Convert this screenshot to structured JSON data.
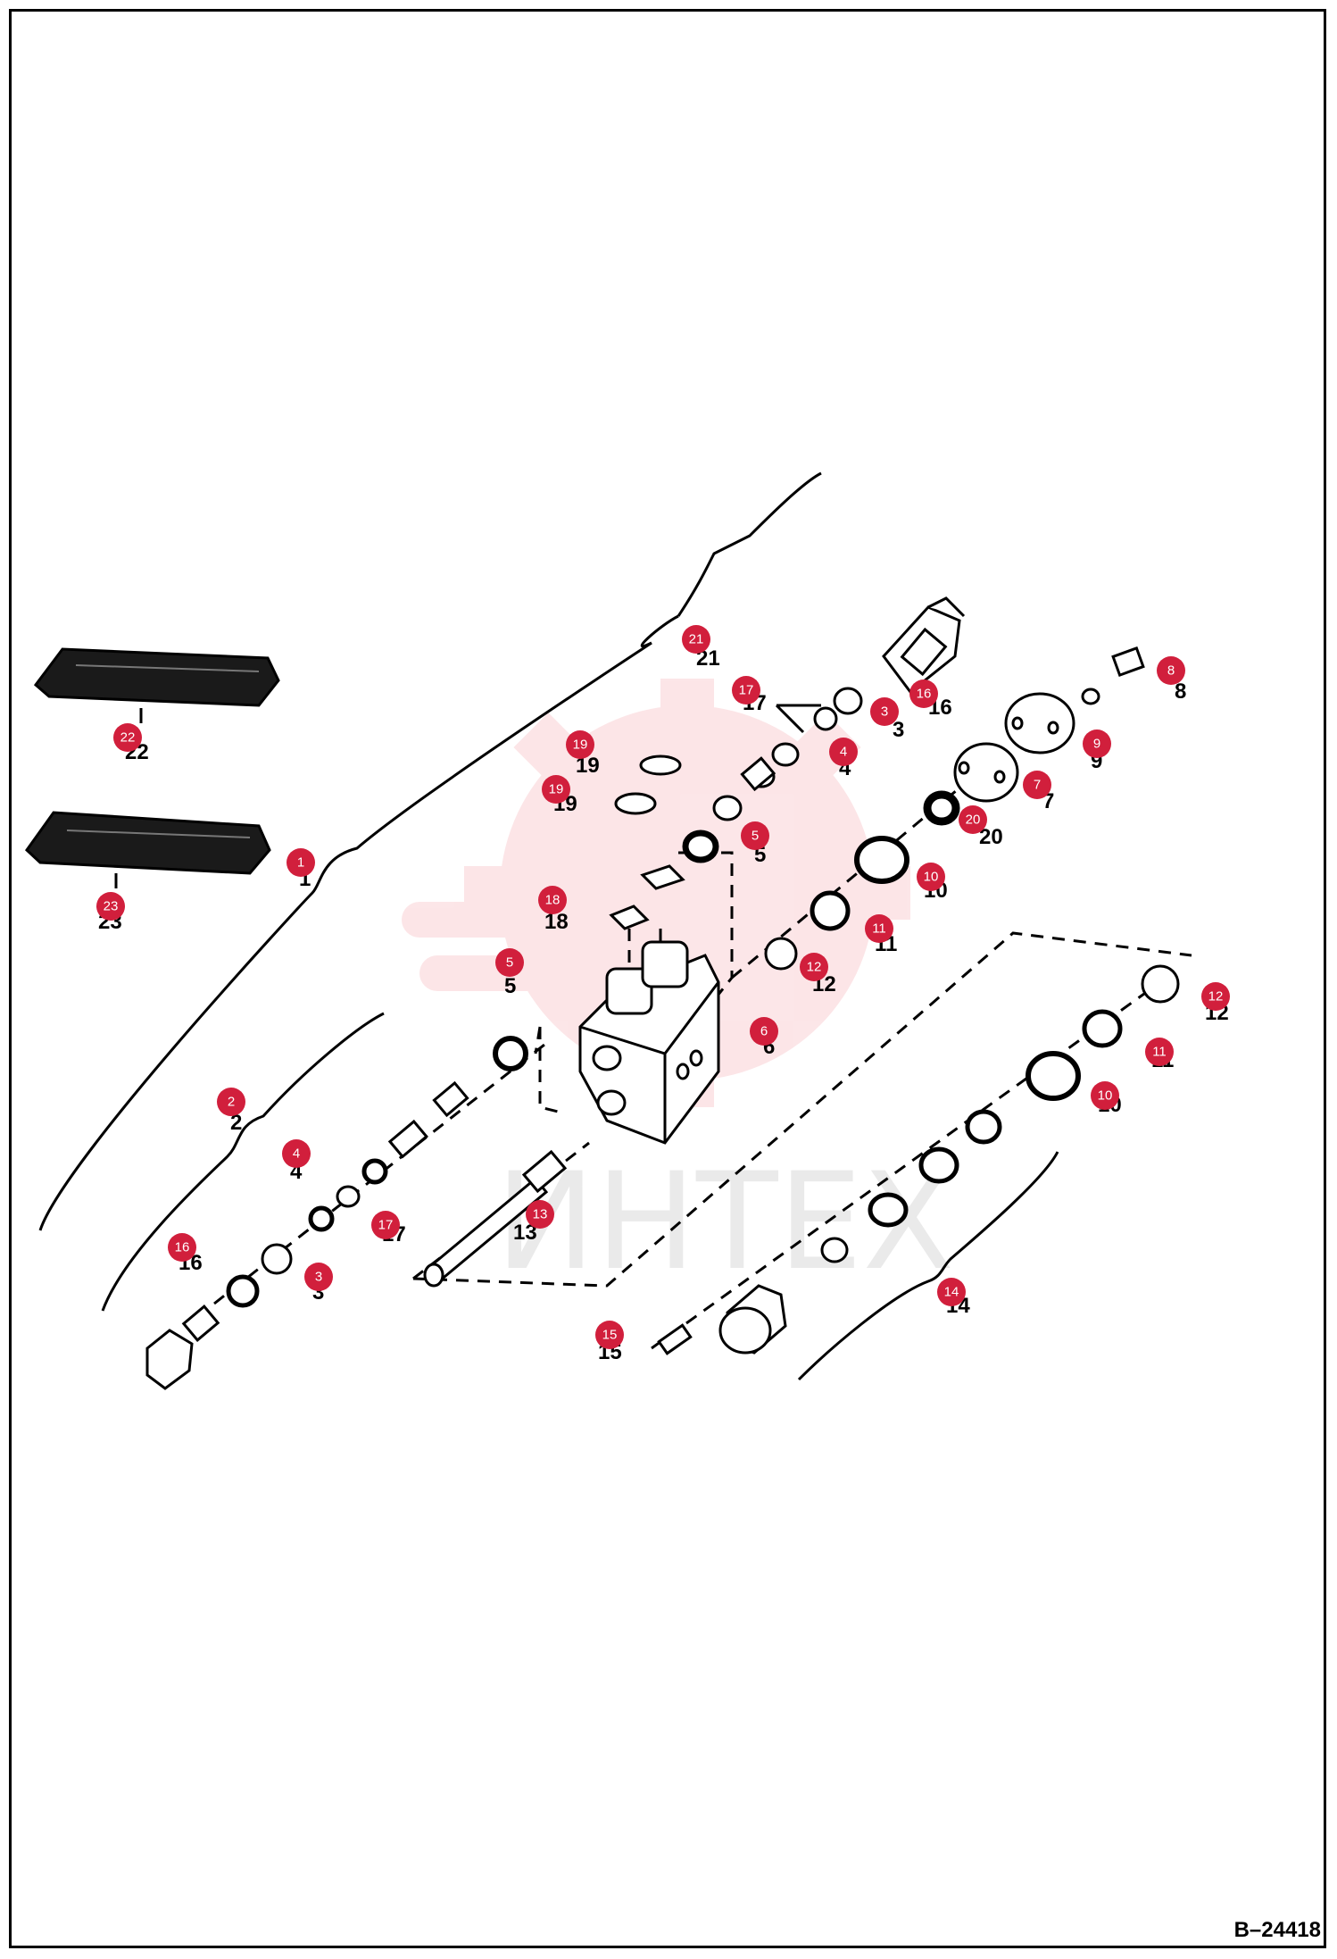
{
  "drawing_id": "B–24418",
  "watermark": {
    "text": "ИНТЕХ",
    "color": "#e8303f"
  },
  "accent_color": "#d11f3c",
  "callouts": [
    "21",
    "17",
    "16",
    "3",
    "8",
    "4",
    "19",
    "9",
    "7",
    "19",
    "5",
    "20",
    "10",
    "1",
    "18",
    "11",
    "5",
    "12",
    "6",
    "12",
    "11",
    "10",
    "2",
    "4",
    "13",
    "17",
    "16",
    "3",
    "15",
    "14",
    "22",
    "23"
  ],
  "part_numbers": [
    "21",
    "17",
    "16",
    "3",
    "8",
    "4",
    "19",
    "9",
    "7",
    "19",
    "5",
    "20",
    "10",
    "1",
    "18",
    "11",
    "5",
    "12",
    "6",
    "12",
    "11",
    "10",
    "2",
    "4",
    "13",
    "17",
    "16",
    "3",
    "15",
    "14",
    "22",
    "23"
  ]
}
